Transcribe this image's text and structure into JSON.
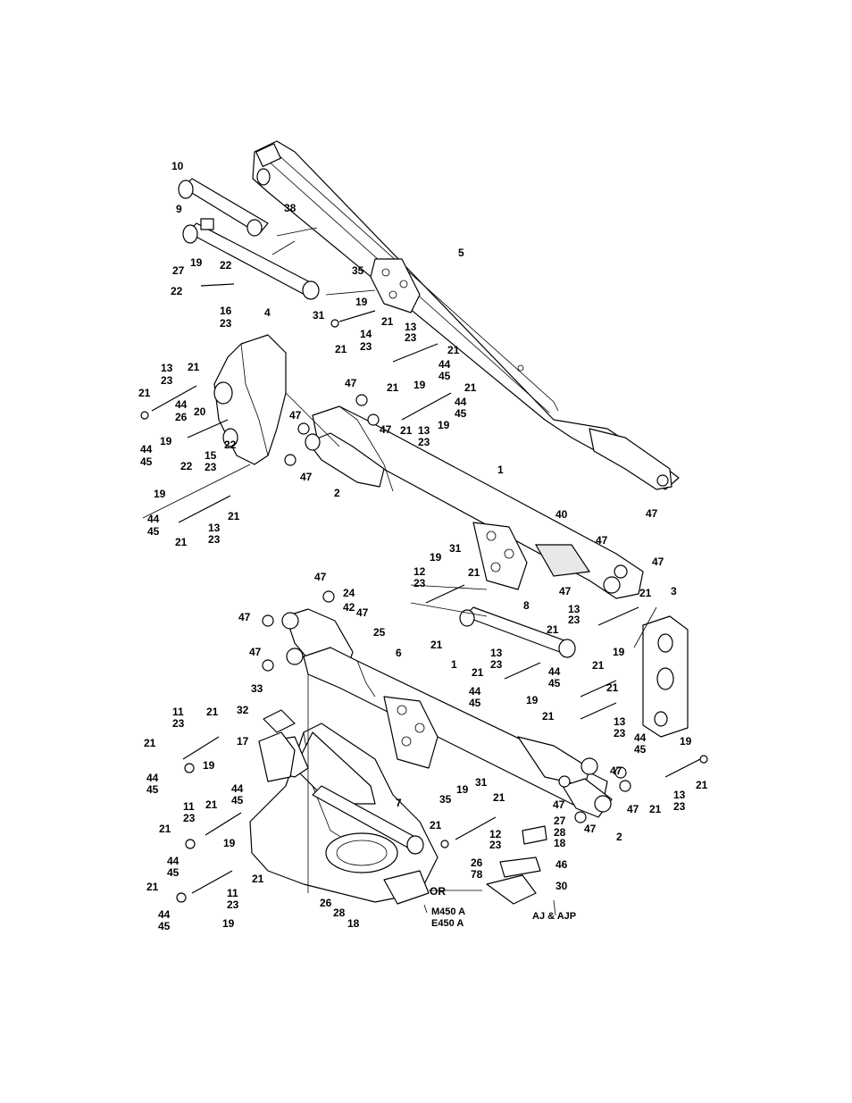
{
  "figure": {
    "labels": {
      "n10": "10",
      "n9": "9",
      "n38": "38",
      "n5": "5",
      "n35a": "35",
      "n19a": "19",
      "n27a": "27",
      "n22a": "22",
      "n22b": "22",
      "n16": "16",
      "n23a": "23",
      "n31a": "31",
      "n19b": "19",
      "n21a": "21",
      "n14": "14",
      "n23b": "23",
      "n21b": "21",
      "n4": "4",
      "n13a": "13",
      "n23c": "23",
      "n21c": "21",
      "n21d": "21",
      "n44a": "44",
      "n26a": "26",
      "n20": "20",
      "n19c": "19",
      "n44b": "44",
      "n45a": "45",
      "n22c": "22",
      "n22d": "22",
      "n15": "15",
      "n23d": "23",
      "n13b": "13",
      "n23e": "23",
      "n21e": "21",
      "n44c": "44",
      "n45b": "45",
      "n19d": "19",
      "n47a": "47",
      "n21f": "21",
      "n21g": "21",
      "n44d": "44",
      "n45c": "45",
      "n19e": "19",
      "n47b": "47",
      "n47c": "47",
      "n21h": "21",
      "n13c": "13",
      "n23f": "23",
      "n47d": "47",
      "n2a": "2",
      "n1a": "1",
      "n19f": "19",
      "n44e": "44",
      "n45d": "45",
      "n21i": "21",
      "n13d": "13",
      "n23g": "23",
      "n21j": "21",
      "n40": "40",
      "n47e": "47",
      "n47f": "47",
      "n47g": "47",
      "n47h": "47",
      "n19g": "19",
      "n31b": "31",
      "n12a": "12",
      "n23h": "23",
      "n21k": "21",
      "n3": "3",
      "n21l": "21",
      "n13e": "13",
      "n23i": "23",
      "n47i": "47",
      "n24": "24",
      "n42": "42",
      "n47j": "47",
      "n47k": "47",
      "n25": "25",
      "n47l": "47",
      "n6": "6",
      "n8": "8",
      "n21m": "21",
      "n21n": "21",
      "n19h": "19",
      "n13f": "13",
      "n23j": "23",
      "n44f": "44",
      "n45e": "45",
      "n21o": "21",
      "n21p": "21",
      "n1b": "1",
      "n21q": "21",
      "n44g": "44",
      "n45f": "45",
      "n19i": "19",
      "n21r": "21",
      "n13g": "13",
      "n23k": "23",
      "n33": "33",
      "n32": "32",
      "n11a": "11",
      "n23l": "23",
      "n21s": "21",
      "n21t": "21",
      "n17": "17",
      "n19j": "19",
      "n44h": "44",
      "n45g": "45",
      "n44i": "44",
      "n45h": "45",
      "n44j": "44",
      "n45i": "45",
      "n19k": "19",
      "n21u": "21",
      "n13h": "13",
      "n23m": "23",
      "n21v": "21",
      "n47m": "47",
      "n47n": "47",
      "n47o": "47",
      "n47p": "47",
      "n2b": "2",
      "n11b": "11",
      "n23n": "23",
      "n21w": "21",
      "n21x": "21",
      "n19l": "19",
      "n35b": "35",
      "n19m": "19",
      "n31c": "31",
      "n21y": "21",
      "n7": "7",
      "n21z": "21",
      "n12b": "12",
      "n23o": "23",
      "n27b": "27",
      "n28a": "28",
      "n18a": "18",
      "n44k": "44",
      "n45j": "45",
      "n21aa": "21",
      "n21ab": "21",
      "n11c": "11",
      "n23p": "23",
      "n26b": "26",
      "n78": "78",
      "n46": "46",
      "n30": "30",
      "n44l": "44",
      "n45k": "45",
      "n19n": "19",
      "n26c": "26",
      "n28b": "28",
      "n18b": "18",
      "or": "OR",
      "m450": "M450 A",
      "e450": "E450 A",
      "ajajp": "AJ & AJP"
    }
  }
}
